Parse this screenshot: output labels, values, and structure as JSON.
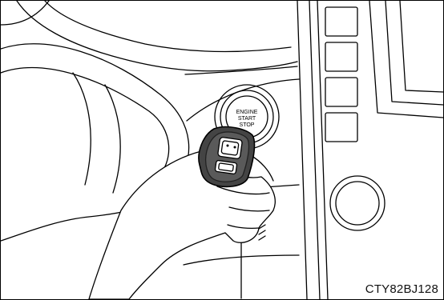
{
  "illustration": {
    "button_label": {
      "line1": "ENGINE",
      "line2": "START",
      "line3": "STOP"
    },
    "figure_code": "CTY82BJ128"
  }
}
